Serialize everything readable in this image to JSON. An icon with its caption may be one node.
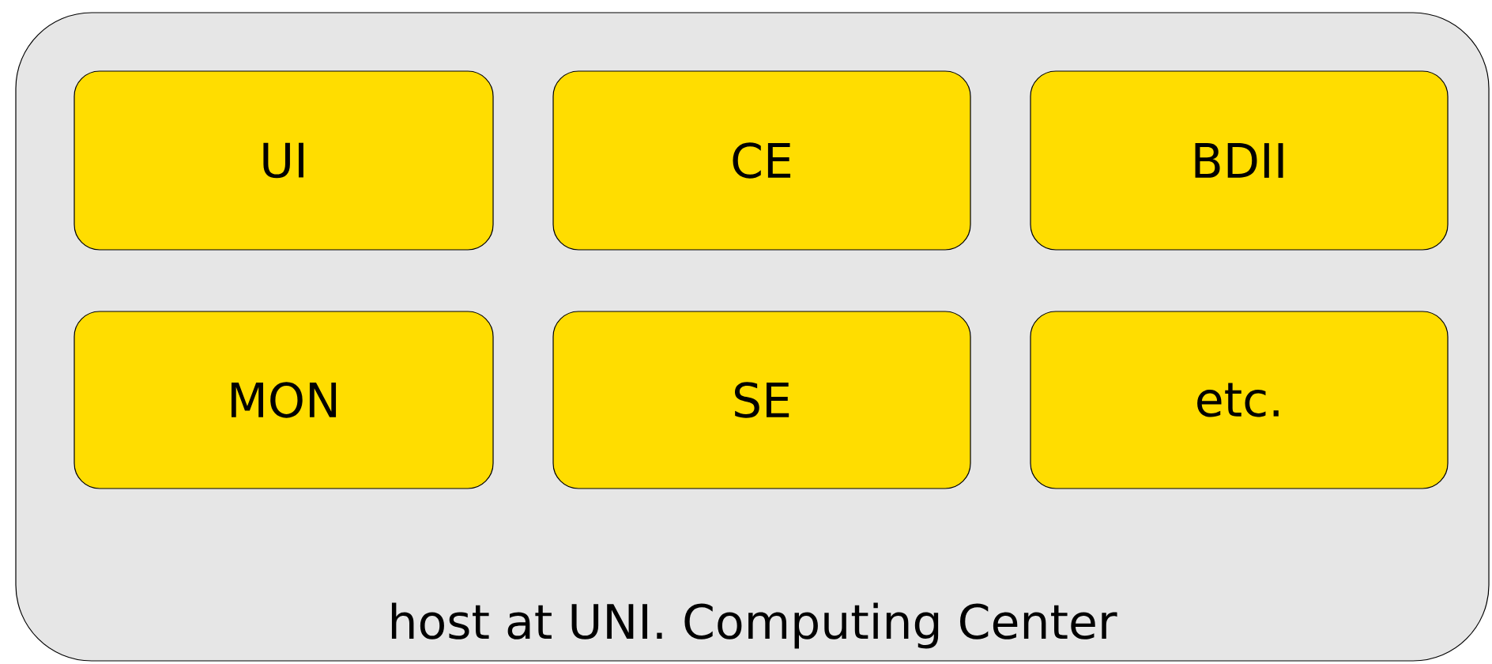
{
  "diagram": {
    "nodes": [
      {
        "text": [
          "host at UNI. Computing Center"
        ]
      },
      {
        "text": [
          "UI"
        ],
        "in": 0
      },
      {
        "text": [
          "CE"
        ],
        "in": 0
      },
      {
        "text": [
          "BDII"
        ],
        "in": 0
      },
      {
        "text": [
          "MON"
        ],
        "in": 0
      },
      {
        "text": [
          "SE"
        ],
        "in": 0
      },
      {
        "text": [
          "etc."
        ],
        "in": 0
      }
    ]
  }
}
